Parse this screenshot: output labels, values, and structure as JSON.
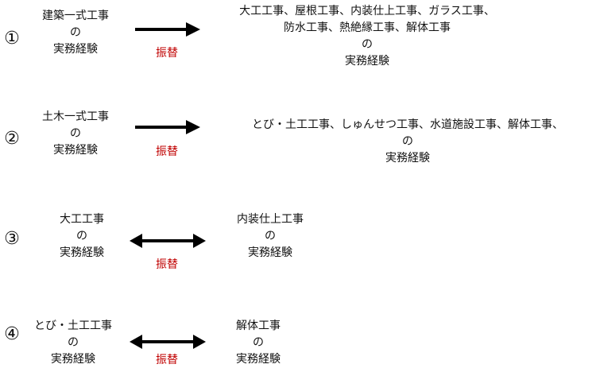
{
  "accent_color": "#c00000",
  "rows": [
    {
      "number": "①",
      "left": [
        "建築一式工事",
        "の",
        "実務経験"
      ],
      "label": "振替",
      "direction": "one-way",
      "right": [
        "大工工事、屋根工事、内装仕上工事、ガラス工事、",
        "防水工事、熱絶縁工事、解体工事",
        "の",
        "実務経験"
      ]
    },
    {
      "number": "②",
      "left": [
        "土木一式工事",
        "の",
        "実務経験"
      ],
      "label": "振替",
      "direction": "one-way",
      "right": [
        "とび・土工工事、しゅんせつ工事、水道施設工事、解体工事、",
        "の",
        "実務経験"
      ]
    },
    {
      "number": "③",
      "left": [
        "大工工事",
        "の",
        "実務経験"
      ],
      "label": "振替",
      "direction": "two-way",
      "right": [
        "内装仕上工事",
        "の",
        "実務経験"
      ]
    },
    {
      "number": "④",
      "left": [
        "とび・土工工事",
        "の",
        "実務経験"
      ],
      "label": "振替",
      "direction": "two-way",
      "right": [
        "解体工事",
        "の",
        "実務経験"
      ]
    }
  ]
}
